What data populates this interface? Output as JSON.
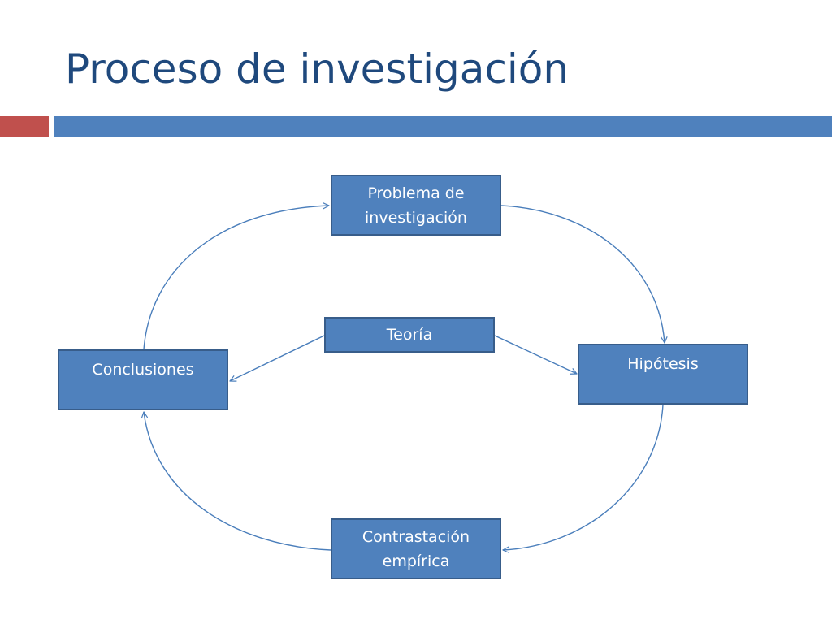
{
  "slide": {
    "title": "Proceso de investigación"
  },
  "colors": {
    "title": "#1f497d",
    "node_fill": "#4f81bd",
    "node_border": "#385d8a",
    "connector": "#4a7ebb",
    "accent_red": "#c0504d",
    "accent_blue": "#4f81bd"
  },
  "diagram": {
    "nodes": {
      "problema": "Problema de investigación",
      "teoria": "Teoría",
      "hipotesis": "Hipótesis",
      "contrastacion": "Contrastación empírica",
      "conclusiones": "Conclusiones"
    },
    "edges": [
      {
        "from": "problema",
        "to": "hipotesis"
      },
      {
        "from": "hipotesis",
        "to": "contrastacion"
      },
      {
        "from": "contrastacion",
        "to": "conclusiones"
      },
      {
        "from": "conclusiones",
        "to": "problema"
      },
      {
        "from": "teoria",
        "to": "hipotesis"
      },
      {
        "from": "teoria",
        "to": "conclusiones"
      }
    ]
  }
}
